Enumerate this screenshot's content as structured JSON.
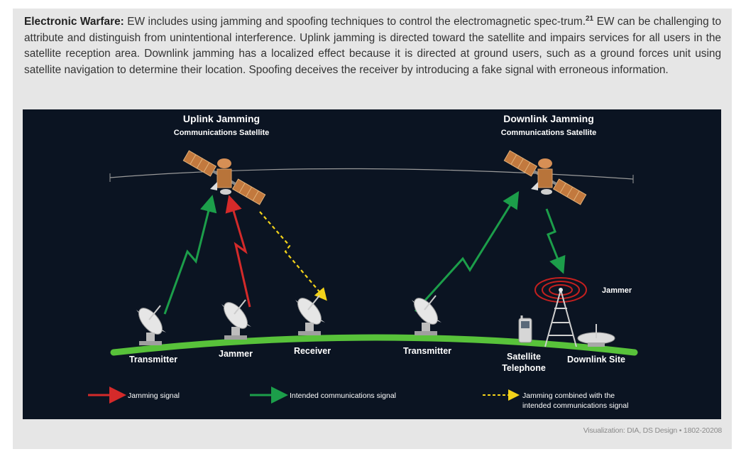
{
  "paragraph": {
    "lead": "Electronic Warfare:",
    "text_a": " EW includes using jamming and spoofing techniques to control the electromagnetic spec-trum.",
    "footnote": "21",
    "text_b": " EW can be challenging to attribute and distinguish from unintentional interference. Uplink jamming is directed toward the satellite and impairs services for all users in the satellite reception area. Downlink jamming has a localized effect because it is directed at ground users, such as a ground forces unit using satellite navigation to determine their location. Spoofing deceives the receiver by introducing a fake signal with erroneous information."
  },
  "diagram": {
    "uplink": {
      "title": "Uplink Jamming",
      "subtitle": "Communications Satellite"
    },
    "downlink": {
      "title": "Downlink Jamming",
      "subtitle": "Communications Satellite"
    },
    "labels": {
      "transmitter_left": "Transmitter",
      "jammer_ground": "Jammer",
      "receiver": "Receiver",
      "transmitter_right": "Transmitter",
      "satellite_telephone_1": "Satellite",
      "satellite_telephone_2": "Telephone",
      "downlink_site": "Downlink Site",
      "jammer_tower": "Jammer"
    },
    "legend": {
      "jamming": "Jamming signal",
      "intended": "Intended communications signal",
      "combined_1": "Jamming combined with the",
      "combined_2": "intended communications signal"
    },
    "colors": {
      "background": "#0b1422",
      "ground": "#58c23a",
      "intended": "#1c9e4a",
      "jamming": "#d42a2a",
      "combined": "#f2d21a"
    }
  },
  "credit": "Visualization: DIA, DS Design • 1802-20208"
}
